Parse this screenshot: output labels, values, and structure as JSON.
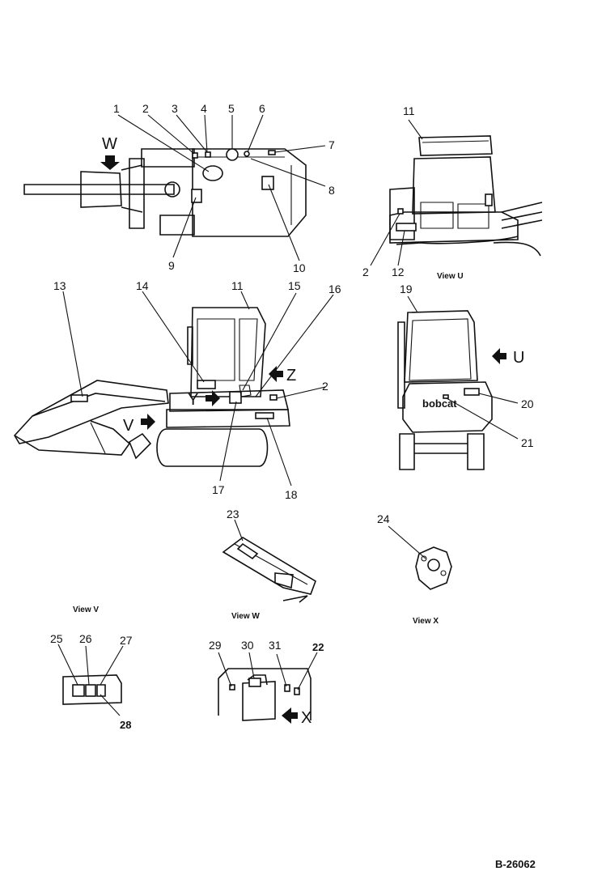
{
  "labels": {
    "n1": "1",
    "n2": "2",
    "n3": "3",
    "n4": "4",
    "n5": "5",
    "n6": "6",
    "n7": "7",
    "n8": "8",
    "n9": "9",
    "n10": "10",
    "n11": "11",
    "n12": "12",
    "n13": "13",
    "n14": "14",
    "n15": "15",
    "n16": "16",
    "n17": "17",
    "n18": "18",
    "n19": "19",
    "n20": "20",
    "n21": "21",
    "n22": "22",
    "n23": "23",
    "n24": "24",
    "n25": "25",
    "n26": "26",
    "n27": "27",
    "n28": "28",
    "n29": "29",
    "n30": "30",
    "n31": "31"
  },
  "view_markers": {
    "u": "U",
    "v": "V",
    "w": "W",
    "x": "X",
    "y": "Y",
    "z": "Z"
  },
  "view_titles": {
    "view_u": "View U",
    "view_v": "View V",
    "view_w": "View W",
    "view_x": "View X"
  },
  "machine_logo": "bobcat",
  "reference": "B-26062"
}
